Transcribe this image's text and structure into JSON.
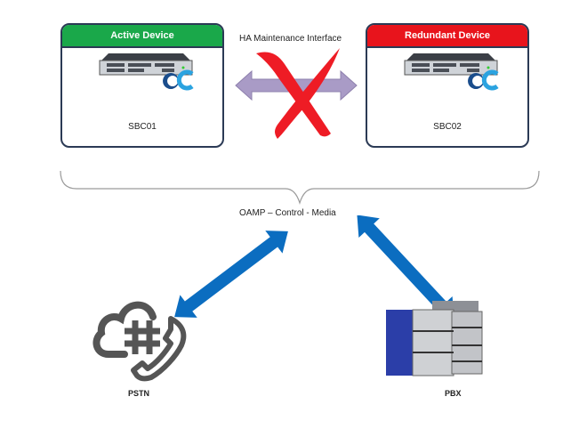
{
  "devices": {
    "active": {
      "header": "Active Device",
      "name": "SBC01",
      "header_color": "#1aa84a"
    },
    "redundant": {
      "header": "Redundant Device",
      "name": "SBC02",
      "header_color": "#e8141c"
    }
  },
  "links": {
    "ha_label": "HA Maintenance Interface",
    "ha_status": "disconnected",
    "bus_label": "OAMP – Control - Media"
  },
  "endpoints": {
    "pstn": {
      "label": "PSTN",
      "icon": "cloud-phone-icon"
    },
    "pbx": {
      "label": "PBX",
      "icon": "server-cabinet-icon"
    }
  },
  "colors": {
    "box_border": "#2b3a55",
    "ha_arrow": "#a99bc6",
    "cross": "#ee1c25",
    "link_arrow": "#0b6dc0",
    "brand_dark": "#1a4d8c",
    "brand_light": "#2ba3e0"
  }
}
